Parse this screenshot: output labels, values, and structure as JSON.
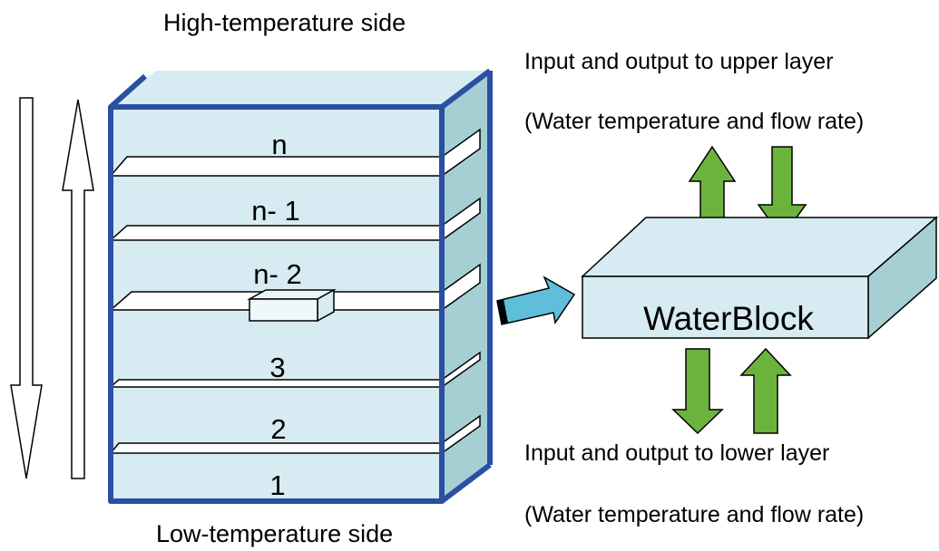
{
  "labels": {
    "top": "High-temperature side",
    "bottom": "Low-temperature side",
    "upper_io": "Input and output to upper layer",
    "upper_io_detail": "(Water temperature and flow rate)",
    "lower_io": "Input and output to lower layer",
    "lower_io_detail": "(Water temperature and flow rate)",
    "block": "WaterBlock"
  },
  "layers": [
    "n",
    "n- 1",
    "n- 2",
    "3",
    "2",
    "1"
  ],
  "colors": {
    "frame": "#2a4fa3",
    "fill": "#d6ebf2",
    "side": "#a6cfd3",
    "green": "#6cb33e",
    "cyan": "#5fbfd9",
    "line": "#000000"
  }
}
